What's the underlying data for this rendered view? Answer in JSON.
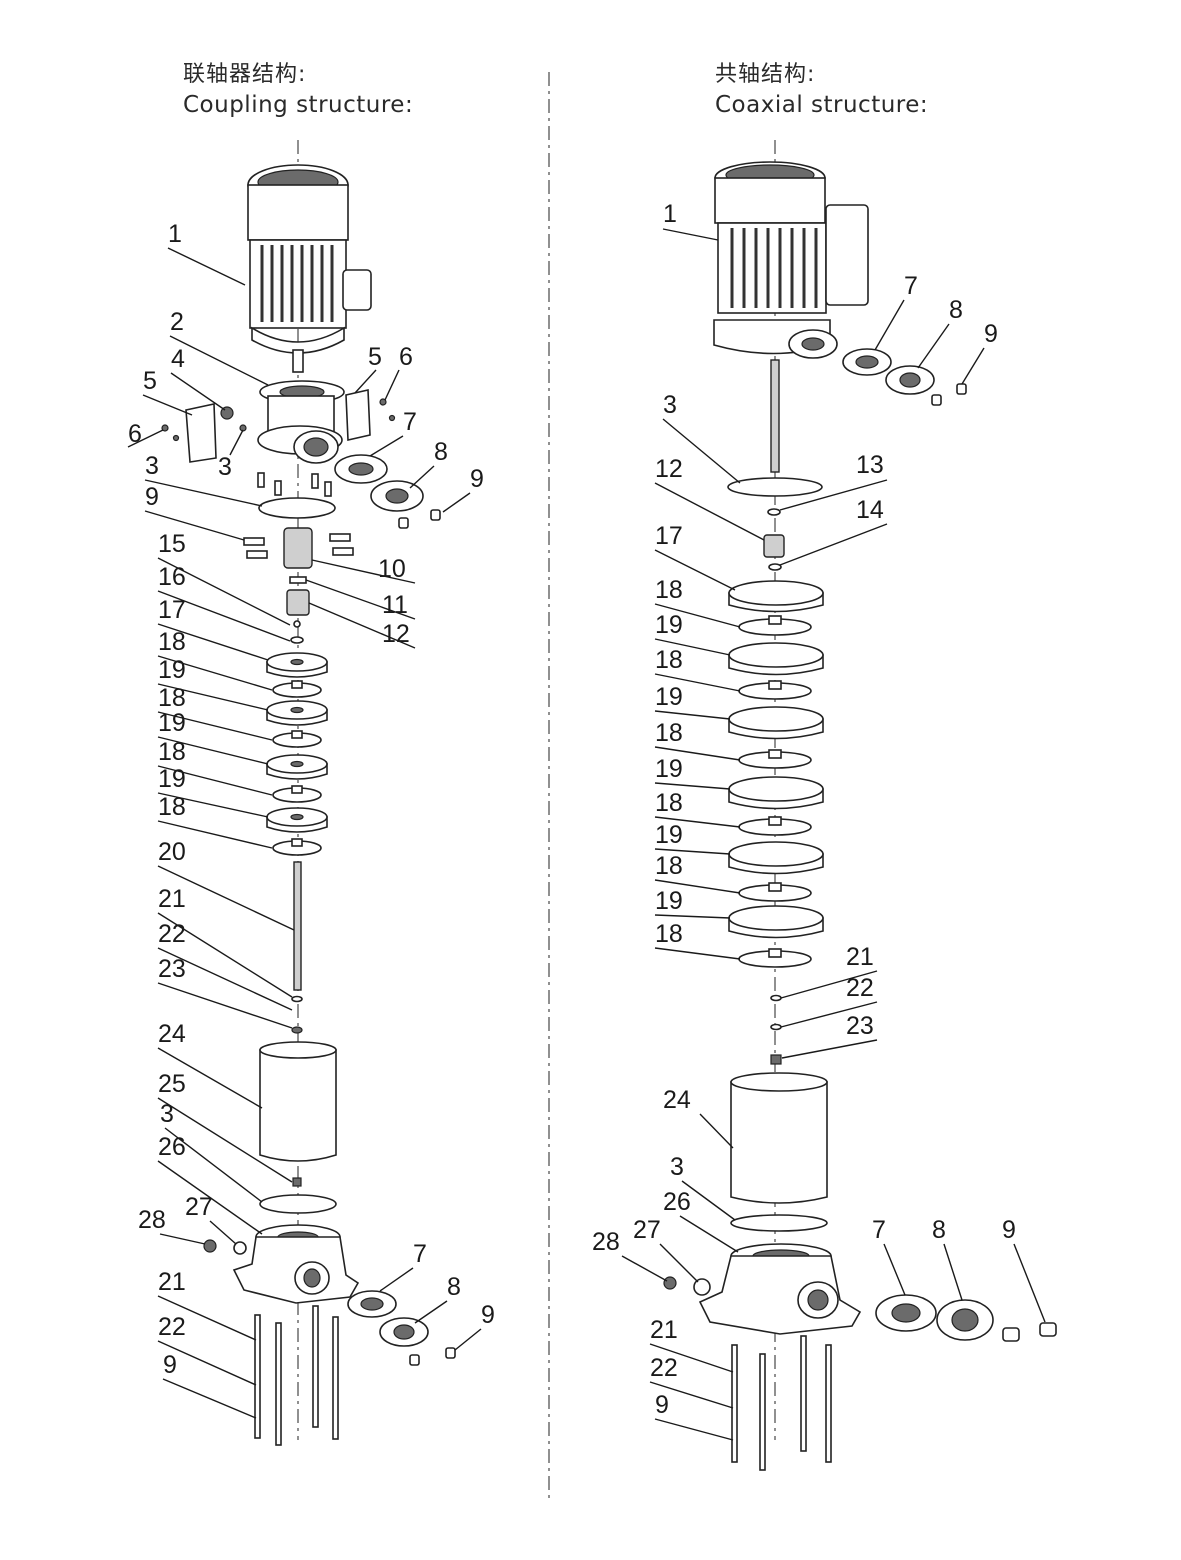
{
  "left_panel": {
    "title_cn": "联轴器结构:",
    "title_en": "Coupling structure:",
    "callouts": [
      "1",
      "2",
      "4",
      "5",
      "6",
      "5",
      "6",
      "3",
      "7",
      "3",
      "8",
      "9",
      "9",
      "15",
      "10",
      "16",
      "11",
      "12",
      "17",
      "18",
      "19",
      "18",
      "19",
      "18",
      "19",
      "18",
      "20",
      "21",
      "22",
      "23",
      "24",
      "25",
      "3",
      "26",
      "28",
      "27",
      "7",
      "8",
      "21",
      "9",
      "22",
      "9"
    ]
  },
  "right_panel": {
    "title_cn": "共轴结构:",
    "title_en": "Coaxial structure:",
    "callouts": [
      "1",
      "7",
      "8",
      "9",
      "3",
      "12",
      "13",
      "14",
      "17",
      "18",
      "19",
      "18",
      "19",
      "18",
      "19",
      "18",
      "19",
      "18",
      "19",
      "18",
      "21",
      "22",
      "23",
      "24",
      "3",
      "26",
      "28",
      "27",
      "7",
      "8",
      "9",
      "21",
      "22",
      "9"
    ]
  }
}
